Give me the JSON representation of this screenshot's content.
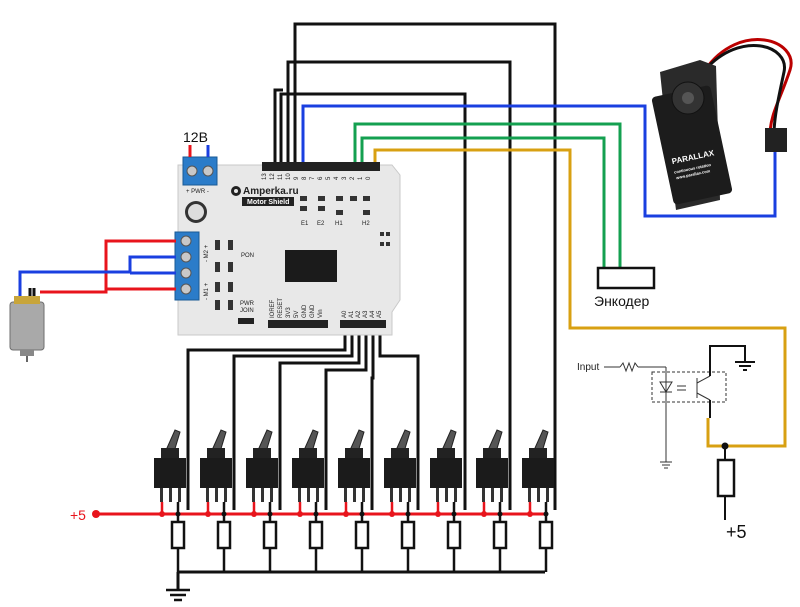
{
  "labels": {
    "voltage_12v": "12В",
    "plus5_left": "+5",
    "plus5_right": "+5",
    "encoder": "Энкодер",
    "input": "Input"
  },
  "shield": {
    "brand": "Amperka.ru",
    "subtitle": "Motor Shield",
    "pwr": "+ PWR -",
    "m2": "- M2 +",
    "m1": "- M1 +",
    "pon": "PON",
    "pwr_join": "PWR\nJOIN",
    "pwr_join_line1": "PWR",
    "pwr_join_line2": "JOIN",
    "e1": "E1",
    "e2": "E2",
    "h1": "H1",
    "h2": "H2",
    "digital_pins": [
      "13",
      "12",
      "11",
      "10",
      "9",
      "8",
      "7",
      "6",
      "5",
      "4",
      "3",
      "2",
      "1",
      "0"
    ],
    "power_pins": [
      "IOREF",
      "RESET",
      "3V3",
      "5V",
      "GND",
      "GND",
      "Vin"
    ],
    "analog_pins": [
      "A0",
      "A1",
      "A2",
      "A3",
      "A4",
      "A5"
    ]
  },
  "servo": {
    "brand": "PARALLAX",
    "line1": "continuous rotation",
    "line2": "www.parallax.com"
  },
  "colors": {
    "red": "#e8141c",
    "blue": "#1a3fe0",
    "green": "#14a050",
    "orange": "#d8a012",
    "black": "#111111",
    "pcb": "#e6e6e6"
  },
  "counts": {
    "toggle_switches": 9
  }
}
